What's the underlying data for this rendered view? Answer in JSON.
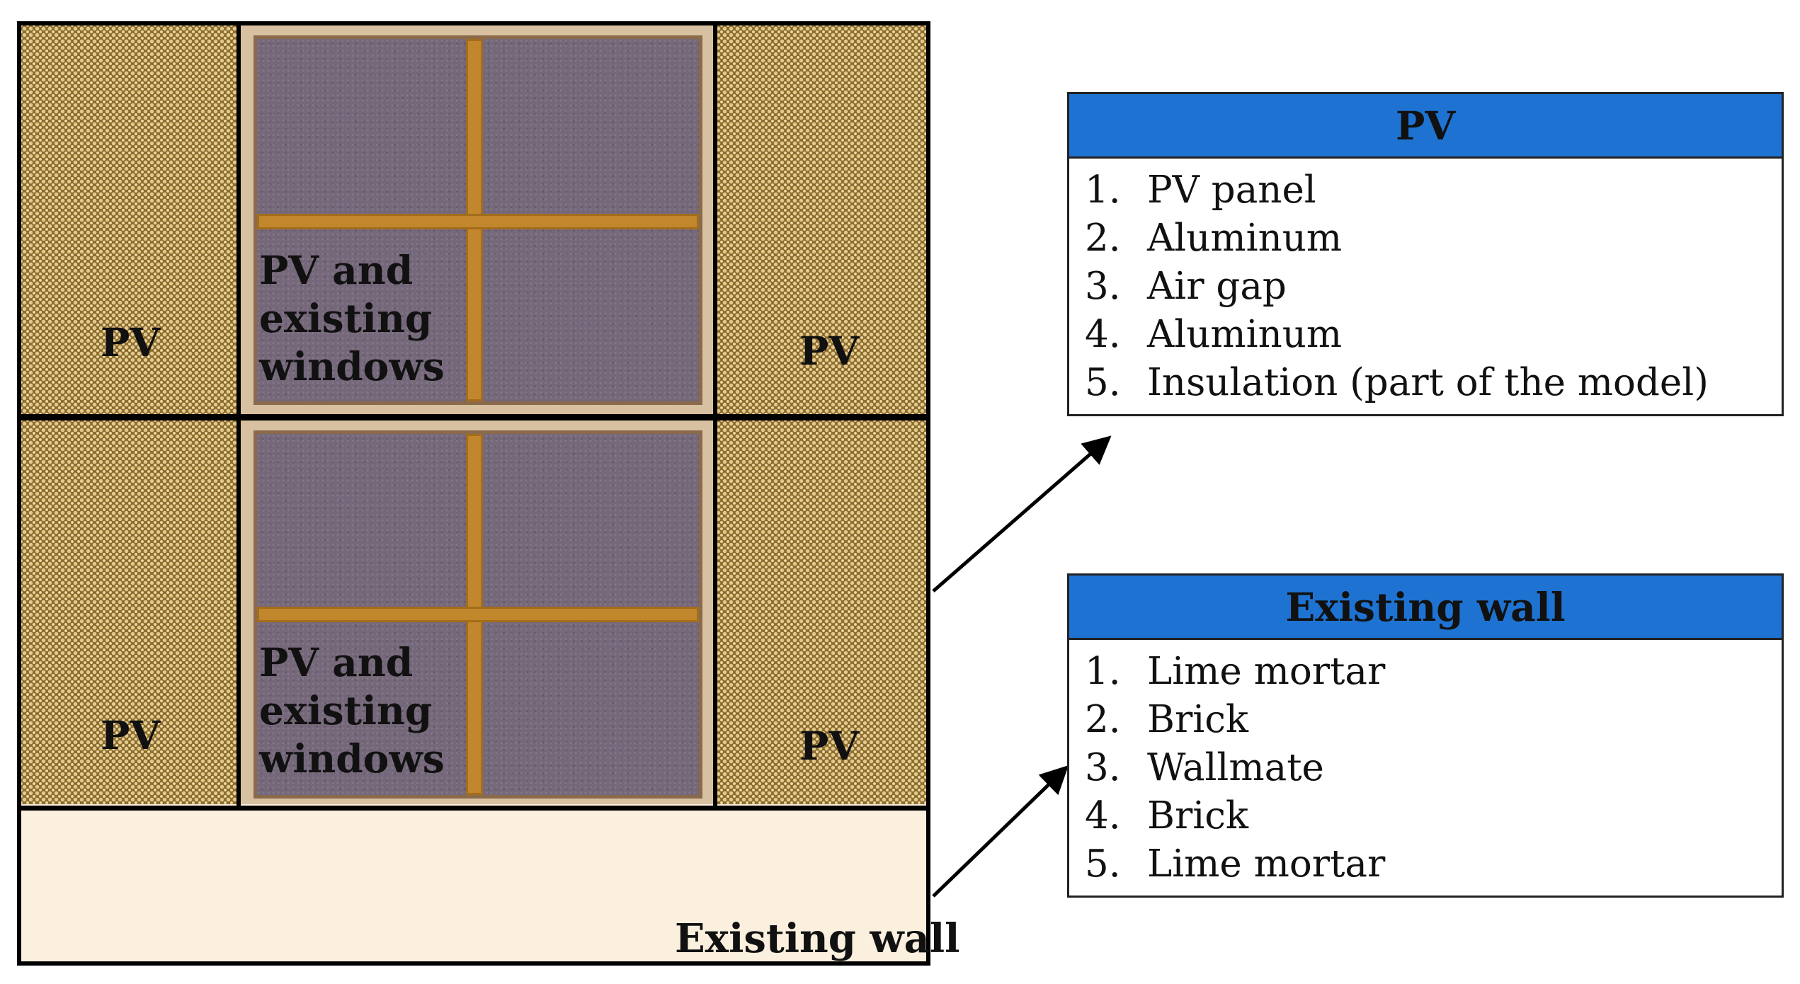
{
  "facade": {
    "pv_label": "PV",
    "window_label": "PV and\nexisting\nwindows",
    "wall_label": "Existing wall"
  },
  "legend_pv": {
    "title": "PV",
    "items": [
      {
        "num": "1.",
        "text": "PV panel"
      },
      {
        "num": "2.",
        "text": "Aluminum"
      },
      {
        "num": "3.",
        "text": "Air gap"
      },
      {
        "num": "4.",
        "text": "Aluminum"
      },
      {
        "num": "5.",
        "text": "Insulation (part of the model)"
      }
    ]
  },
  "legend_wall": {
    "title": "Existing wall",
    "items": [
      {
        "num": "1.",
        "text": "Lime mortar"
      },
      {
        "num": "2.",
        "text": "Brick"
      },
      {
        "num": "3.",
        "text": "Wallmate"
      },
      {
        "num": "4.",
        "text": "Brick"
      },
      {
        "num": "5.",
        "text": "Lime mortar"
      }
    ]
  },
  "colors": {
    "legend_header": "#1e73d2",
    "pv_pattern": "#8a6a2a",
    "window_glass": "#75687a",
    "mullion": "#c2872c",
    "existing_wall": "#fbf0de"
  }
}
